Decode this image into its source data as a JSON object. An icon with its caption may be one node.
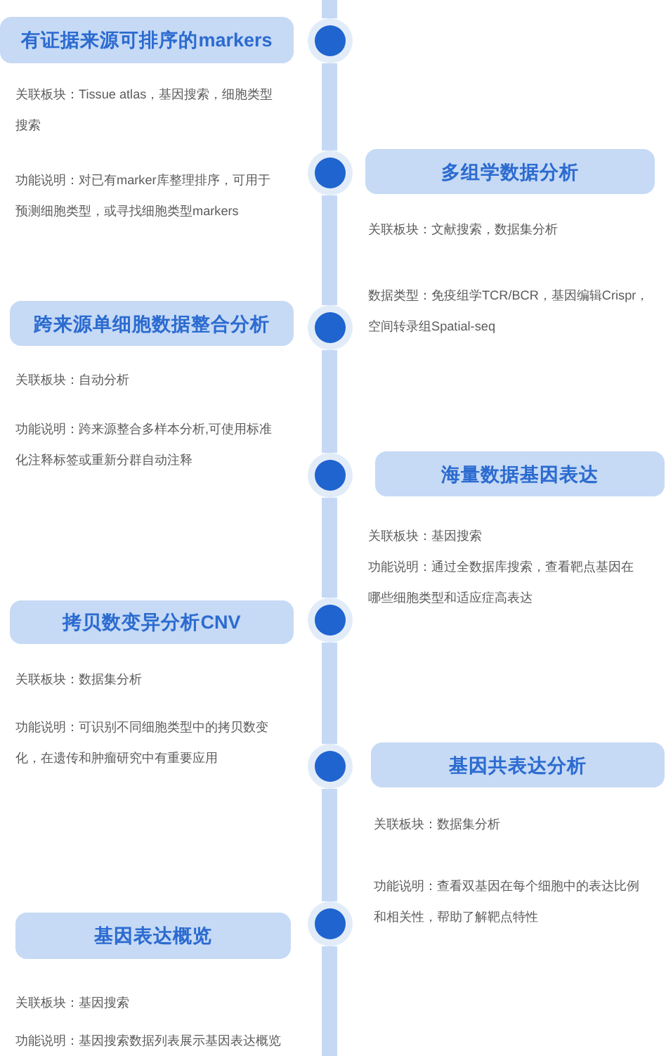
{
  "diagram": {
    "nodes": [
      {
        "text": [
          "有证据来源可排序的markers"
        ],
        "beside": [
          "关联板块：Tissue atlas，基因搜索，细胞类型搜索"
        ]
      },
      {
        "text": [],
        "shape": "circle"
      },
      {
        "text": [],
        "shape": "circle"
      },
      {
        "text": [
          "多组学数据分析"
        ],
        "beside": [
          "关联板块：文献搜索，数据集分析"
        ]
      },
      {
        "text": [
          "跨来源单细胞数据整合分析"
        ],
        "beside": [
          "关联板块：自动分析"
        ]
      },
      {
        "text": [],
        "shape": "circle"
      },
      {
        "text": [],
        "shape": "circle"
      },
      {
        "text": [
          "海量数据基因表达"
        ],
        "beside": [
          "关联板块：基因搜索",
          "功能说明：通过全数据库搜索，查看靶点基因在哪些细胞类型和适应症高表达"
        ]
      },
      {
        "text": [
          "拷贝数变异分析CNV"
        ],
        "beside": [
          "关联板块：数据集分析"
        ]
      },
      {
        "text": [],
        "shape": "circle"
      },
      {
        "text": [],
        "shape": "circle"
      },
      {
        "text": [
          "基因共表达分析"
        ],
        "beside": [
          "关联板块：数据集分析"
        ]
      },
      {
        "text": [
          "基因表达概览"
        ],
        "beside": [
          "关联板块：基因搜索",
          "功能说明：基因搜索数据列表展示基因表达概览"
        ]
      },
      {
        "text": [],
        "shape": "circle"
      }
    ],
    "edges": [
      {
        "from": null,
        "to": 1,
        "arrow": "none"
      },
      {
        "from": 1,
        "to": 2,
        "arrow": "none"
      },
      {
        "from": 2,
        "to": 5,
        "arrow": "none"
      },
      {
        "from": 5,
        "to": 6,
        "arrow": "none"
      },
      {
        "from": 6,
        "to": 9,
        "arrow": "none"
      },
      {
        "from": 9,
        "to": 10,
        "arrow": "none"
      },
      {
        "from": 10,
        "to": 13,
        "arrow": "none"
      },
      {
        "from": 13,
        "to": null,
        "arrow": "none"
      }
    ],
    "labels": [
      "功能说明：对已有marker库整理排序，可用于预测细胞类型，或寻找细胞类型markers",
      "数据类型：免疫组学TCR/BCR，基因编辑Crispr，空间转录组Spatial-seq",
      "功能说明：跨来源整合多样本分析,可使用标准化注释标签或重新分群自动注释",
      "功能说明：可识别不同细胞类型中的拷贝数变化，在遗传和肿瘤研究中有重要应用",
      "功能说明：查看双基因在每个细胞中的表达比例和相关性，帮助了解靶点特性"
    ]
  }
}
